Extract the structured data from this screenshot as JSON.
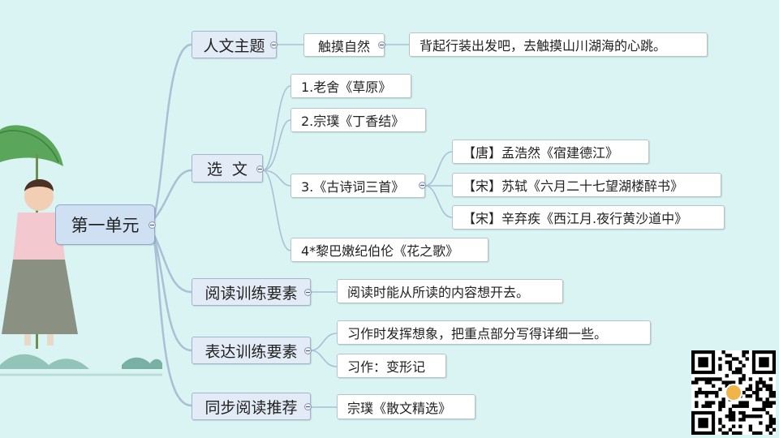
{
  "root": {
    "label": "第一单元"
  },
  "branches": {
    "theme": {
      "label": "人文主题",
      "sub": "触摸自然",
      "detail": "背起行装出发吧，去触摸山川湖海的心跳。"
    },
    "texts": {
      "label": "选  文",
      "items": [
        "1.老舍《草原》",
        "2.宗璞《丁香结》",
        "3.《古诗词三首》",
        "4*黎巴嫩纪伯伦《花之歌》"
      ],
      "poems": [
        "【唐】孟浩然《宿建德江》",
        "【宋】苏轼《六月二十七望湖楼醉书》",
        "【宋】辛弃疾《西江月.夜行黄沙道中》"
      ]
    },
    "reading": {
      "label": "阅读训练要素",
      "detail": "阅读时能从所读的内容想开去。"
    },
    "expression": {
      "label": "表达训练要素",
      "items": [
        "习作时发挥想象，把重点部分写得详细一些。",
        "习作：变形记"
      ]
    },
    "recommend": {
      "label": "同步阅读推荐",
      "detail": "宗璞《散文精选》"
    }
  },
  "colors": {
    "background": "#d9f4f2",
    "connector": "#a9bfd6",
    "node_border": "#b5c3cf",
    "root_fill": "#cfe0f3"
  }
}
